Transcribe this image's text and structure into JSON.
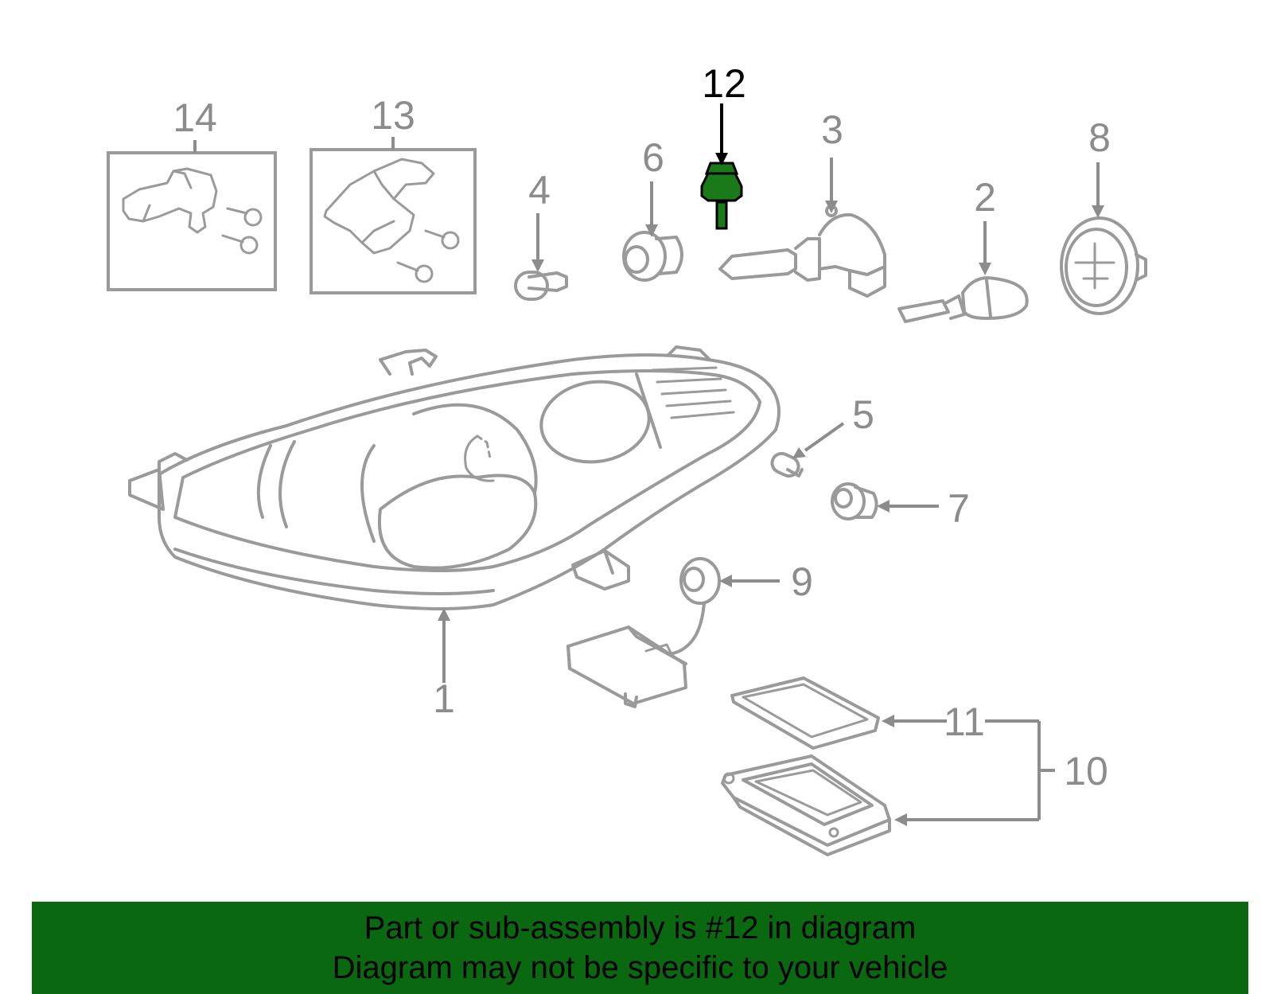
{
  "diagram": {
    "callouts": {
      "c1": "1",
      "c2": "2",
      "c3": "3",
      "c4": "4",
      "c5": "5",
      "c6": "6",
      "c7": "7",
      "c8": "8",
      "c9": "9",
      "c10": "10",
      "c11": "11",
      "c12": "12",
      "c13": "13",
      "c14": "14"
    },
    "highlighted_part": "12",
    "highlight_color": "#1a7a1a",
    "line_color": "#9a9a9a"
  },
  "banner": {
    "line1": "Part or sub-assembly is #12 in diagram",
    "line2": "Diagram may not be specific to your vehicle",
    "background": "#0a6910"
  }
}
